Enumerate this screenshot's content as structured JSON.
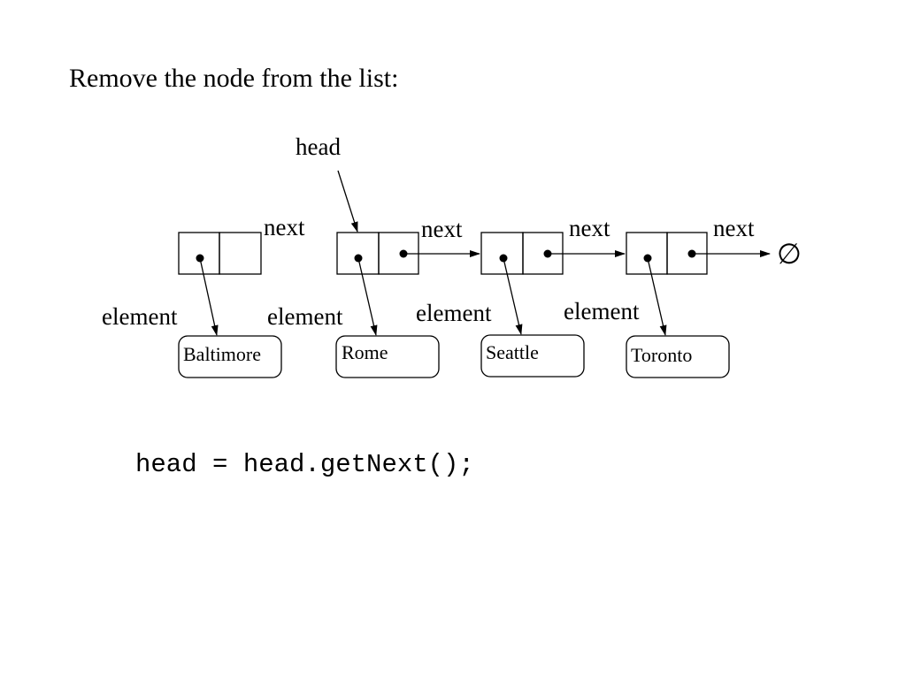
{
  "title": "Remove the node from the list:",
  "head_label": "head",
  "next_label": "next",
  "element_label": "element",
  "null_symbol": "∅",
  "nodes": [
    {
      "element": "Baltimore"
    },
    {
      "element": "Rome"
    },
    {
      "element": "Seattle"
    },
    {
      "element": "Toronto"
    }
  ],
  "code": "head = head.getNext();"
}
